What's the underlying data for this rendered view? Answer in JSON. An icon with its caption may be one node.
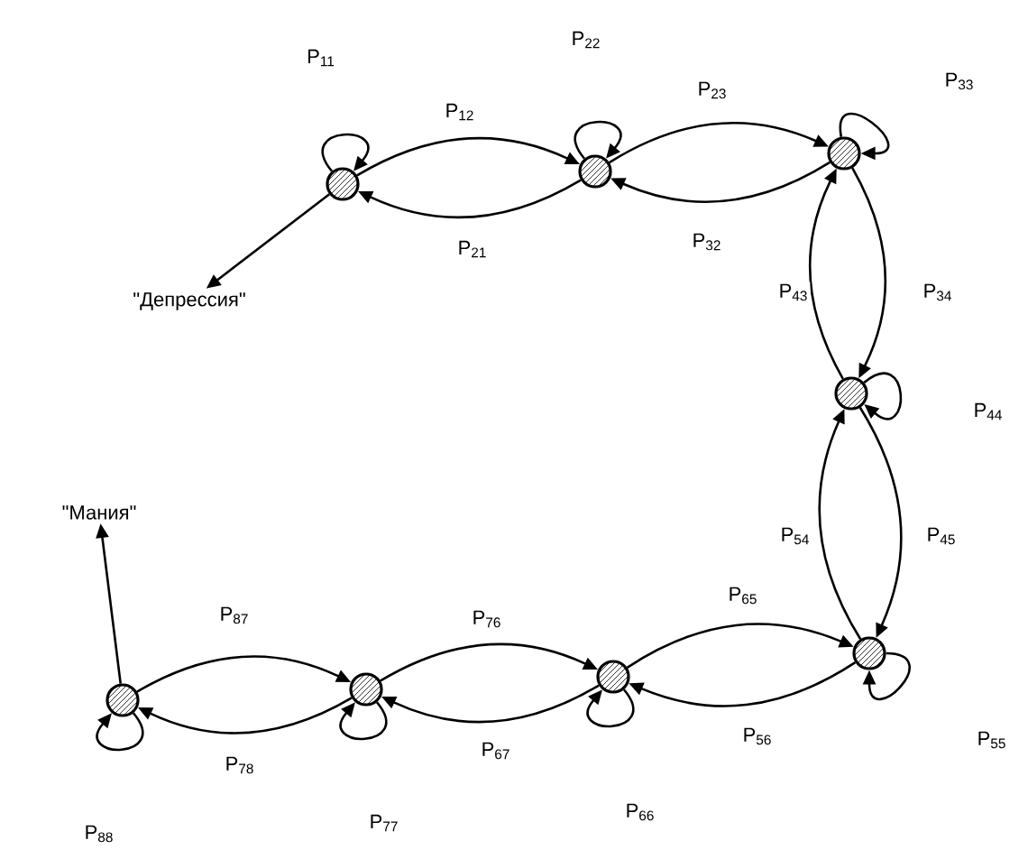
{
  "diagram": {
    "nodes": [
      {
        "text": [],
        "shape": "circle"
      },
      {
        "text": [],
        "shape": "circle"
      },
      {
        "text": [],
        "shape": "circle"
      },
      {
        "text": [],
        "shape": "circle"
      },
      {
        "text": [],
        "shape": "circle"
      },
      {
        "text": [],
        "shape": "circle"
      },
      {
        "text": [],
        "shape": "circle"
      },
      {
        "text": [],
        "shape": "circle"
      },
      {
        "text": [
          "\"Депрессия\""
        ]
      },
      {
        "text": [
          "\"Мания\""
        ]
      }
    ],
    "edges": [
      {
        "from": 0,
        "to": 0,
        "arrow": "to",
        "label": "P$_{11}$"
      },
      {
        "from": 0,
        "to": 1,
        "arrow": "to",
        "label": "P$_{12}$"
      },
      {
        "from": 1,
        "to": 0,
        "arrow": "to",
        "label": "P$_{21}$"
      },
      {
        "from": 1,
        "to": 1,
        "arrow": "to",
        "label": "P$_{22}$"
      },
      {
        "from": 1,
        "to": 2,
        "arrow": "to",
        "label": "P$_{23}$"
      },
      {
        "from": 2,
        "to": 1,
        "arrow": "to",
        "label": "P$_{32}$"
      },
      {
        "from": 2,
        "to": 2,
        "arrow": "to",
        "label": "P$_{33}$"
      },
      {
        "from": 2,
        "to": 3,
        "arrow": "to",
        "label": "P$_{34}$"
      },
      {
        "from": 3,
        "to": 2,
        "arrow": "to",
        "label": "P$_{43}$"
      },
      {
        "from": 3,
        "to": 3,
        "arrow": "to",
        "label": "P$_{44}$"
      },
      {
        "from": 3,
        "to": 4,
        "arrow": "to",
        "label": "P$_{45}$"
      },
      {
        "from": 4,
        "to": 3,
        "arrow": "to",
        "label": "P$_{54}$"
      },
      {
        "from": 4,
        "to": 4,
        "arrow": "to",
        "label": "P$_{55}$"
      },
      {
        "from": 4,
        "to": 5,
        "arrow": "to",
        "label": "P$_{56}$"
      },
      {
        "from": 5,
        "to": 4,
        "arrow": "to",
        "label": "P$_{65}$"
      },
      {
        "from": 5,
        "to": 5,
        "arrow": "to",
        "label": "P$_{66}$"
      },
      {
        "from": 5,
        "to": 6,
        "arrow": "to",
        "label": "P$_{67}$"
      },
      {
        "from": 6,
        "to": 5,
        "arrow": "to",
        "label": "P$_{76}$"
      },
      {
        "from": 6,
        "to": 6,
        "arrow": "to",
        "label": "P$_{77}$"
      },
      {
        "from": 6,
        "to": 7,
        "arrow": "to",
        "label": "P$_{78}$"
      },
      {
        "from": 7,
        "to": 6,
        "arrow": "to",
        "label": "P$_{87}$"
      },
      {
        "from": 7,
        "to": 7,
        "arrow": "to",
        "label": "P$_{88}$"
      },
      {
        "from": 0,
        "to": 8,
        "arrow": "to"
      },
      {
        "from": 7,
        "to": 9,
        "arrow": "to"
      }
    ]
  }
}
